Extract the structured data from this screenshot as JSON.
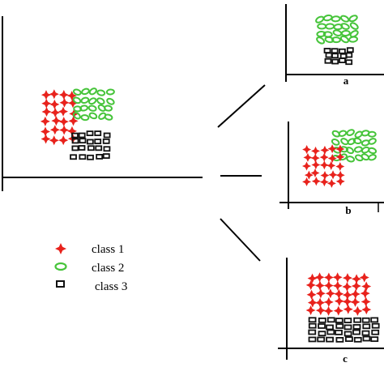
{
  "legend": {
    "items": [
      {
        "label": "class 1",
        "shape": "star-icon",
        "color": "#e8221c"
      },
      {
        "label": "class 2",
        "shape": "ellipse-icon",
        "color": "#46c43a"
      },
      {
        "label": "class 3",
        "shape": "rect-icon",
        "color": "#111111"
      }
    ]
  },
  "panels": {
    "a": "a",
    "b": "b",
    "c": "c"
  },
  "colors": {
    "axis": "#000000",
    "class1": "#e8221c",
    "class2": "#46c43a",
    "class3": "#111111"
  }
}
